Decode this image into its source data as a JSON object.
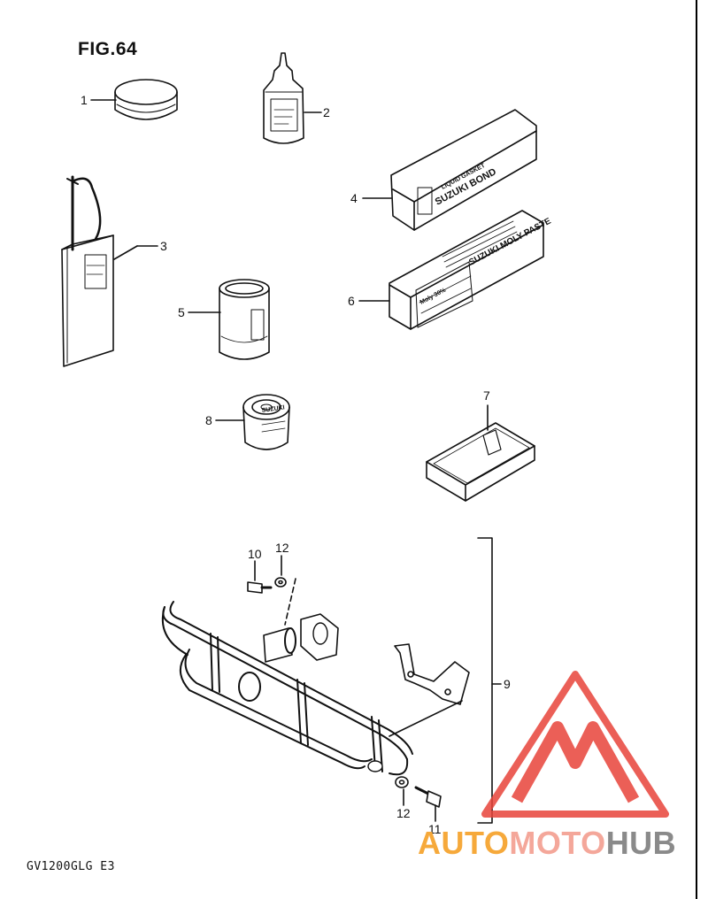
{
  "figure": {
    "title": "FIG.64"
  },
  "footer": {
    "model": "GV1200GLG E3"
  },
  "callouts": [
    "1",
    "2",
    "3",
    "4",
    "5",
    "6",
    "7",
    "8",
    "9",
    "10",
    "11",
    "12",
    "12"
  ],
  "package_labels": {
    "bond_small": "LIQUID GASKET",
    "bond_main": "SUZUKI BOND",
    "paste_main": "SUZUKI MOLY PASTE",
    "paste_note": "Moly 30%",
    "oil_label": "SUZUKI"
  },
  "watermark": {
    "part1": "AUTO",
    "part2": "MOTO",
    "part3": "HUB",
    "colors": {
      "orange": "#f6a93b",
      "salmon": "#f4a79a",
      "gray": "#8a8a8a",
      "red": "#e8443a"
    }
  }
}
